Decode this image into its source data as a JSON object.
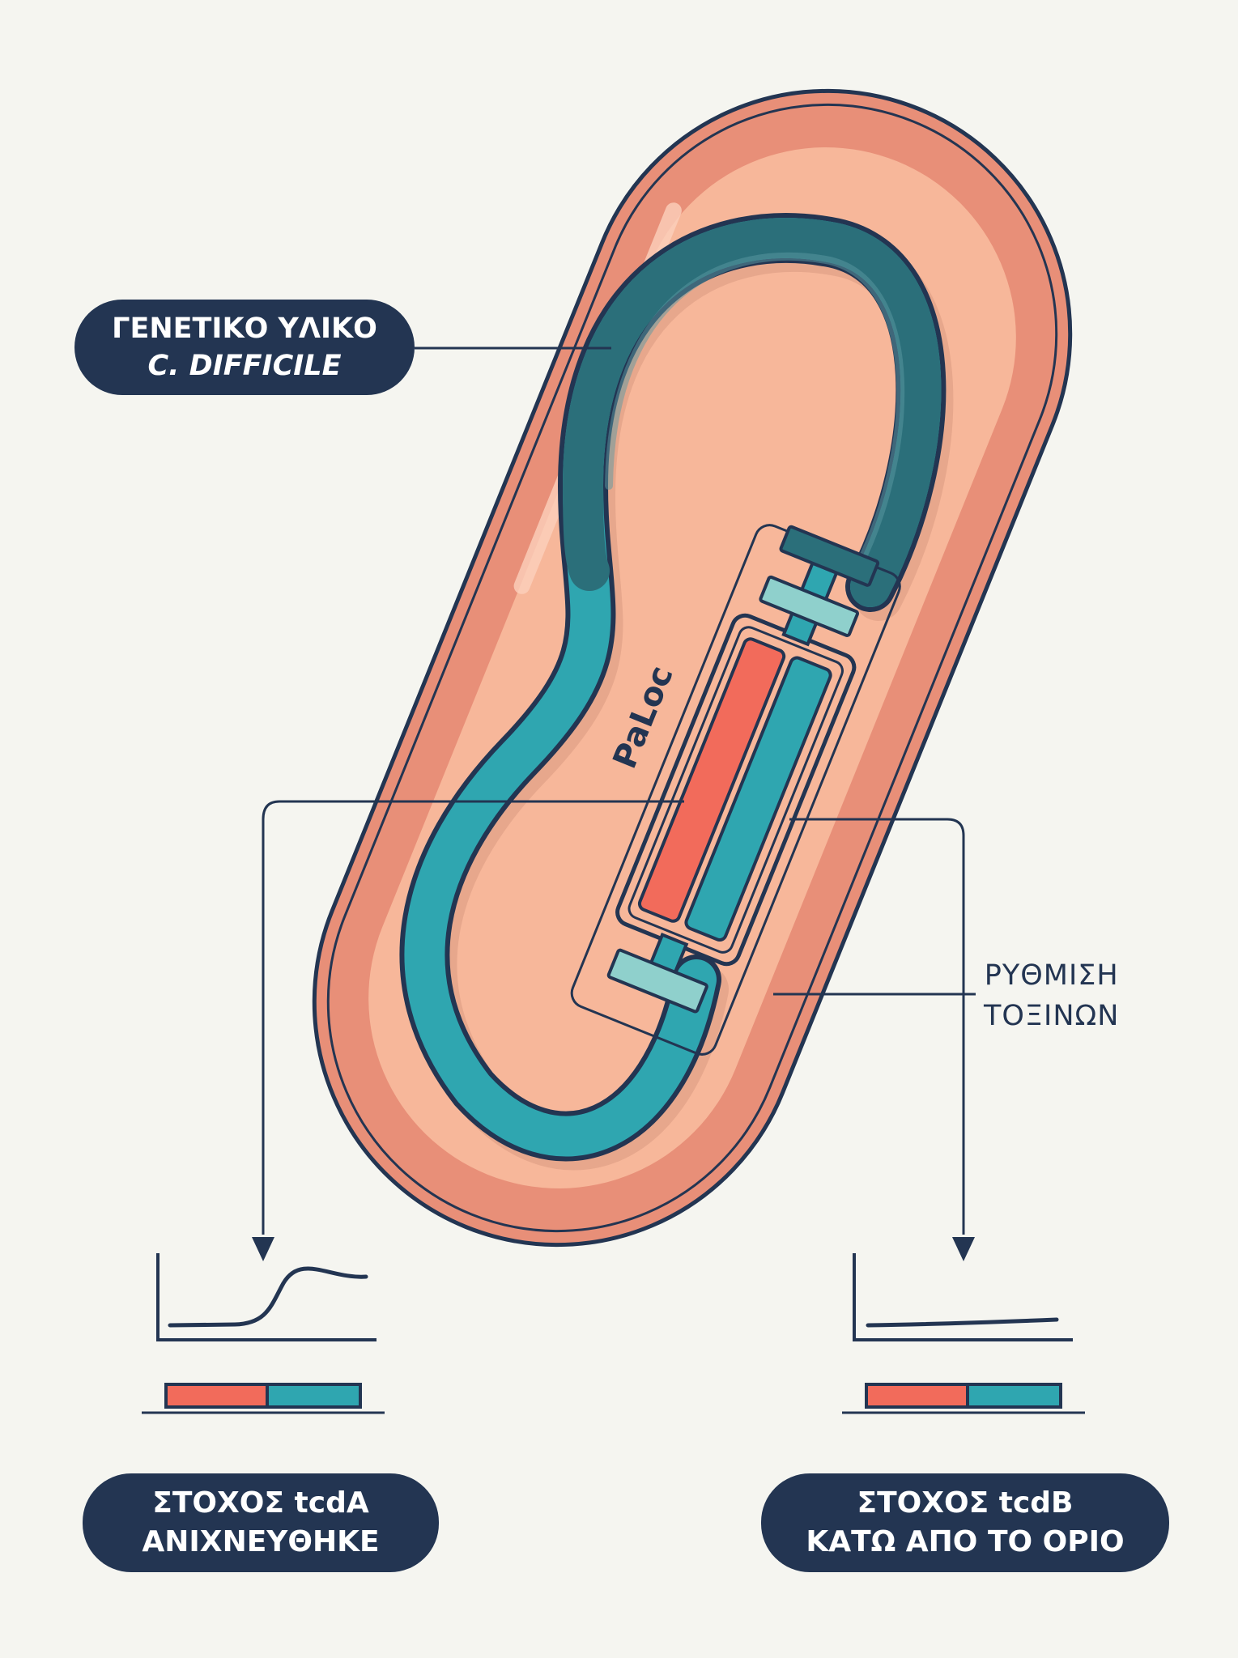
{
  "labels": {
    "genetic_material_line1": "ΓΕΝΕΤΙΚΟ ΥΛΙΚΟ",
    "genetic_material_line2": "C. DIFFICILE",
    "paloc": "PaLoc",
    "toxin_regulation_line1": "ΡΥΘΜΙΣΗ",
    "toxin_regulation_line2": "ΤΟΞΙΝΩΝ",
    "tcda_line1": "ΣΤΟΧΟΣ tcdA",
    "tcda_line2": "ΑΝΙΧΝΕΥΘΗΚΕ",
    "tcdb_line1": "ΣΤΟΧΟΣ tcdB",
    "tcdb_line2": "ΚΑΤΩ ΑΠΟ ΤΟ ΟΡΙΟ"
  },
  "colors": {
    "background": "#f5f5f0",
    "navy": "#233552",
    "cell_outer": "#e88f78",
    "cell_inner": "#f7b79a",
    "dna": "#2fa6b0",
    "dna_dark": "#2b6f7a",
    "tcda_gene": "#f26b5b",
    "tcdb_gene": "#2fa6b0",
    "cap": "#8fd0cc"
  },
  "icons": [
    "down-arrow-icon",
    "sigmoid-curve-icon",
    "flat-curve-icon",
    "gene-bar-icon"
  ]
}
